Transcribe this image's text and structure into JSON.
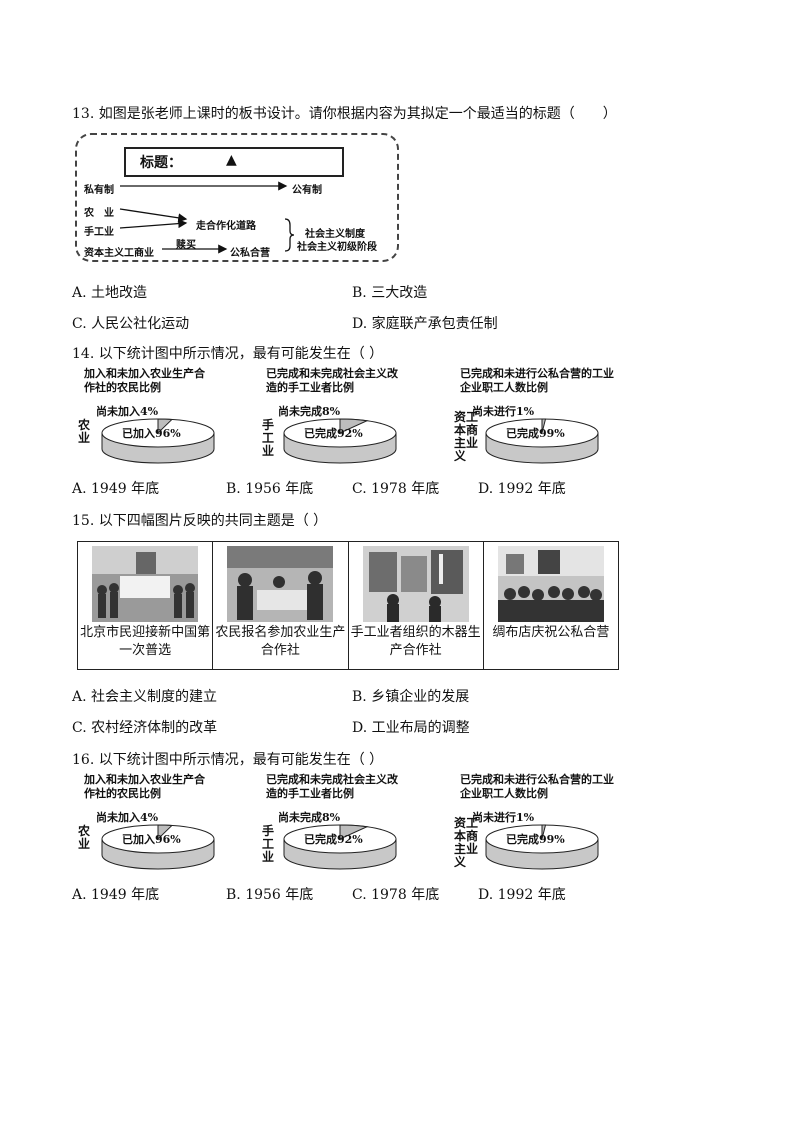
{
  "q13": {
    "stem": "13. 如图是张老师上课时的板书设计。请你根据内容为其拟定一个最适当的标题（　　）",
    "board": {
      "title": "标题：",
      "title_mark": "▲",
      "left_top": "私有制",
      "right_top": "公有制",
      "agri": "农　业",
      "handi": "手工业",
      "capital": "资本主义工商业",
      "coop": "走合作化道路",
      "buyout": "赎买",
      "joint": "公私合营",
      "result1": "社会主义制度",
      "result2": "社会主义初级阶段"
    },
    "options": [
      "A. 土地改造",
      "B. 三大改造",
      "C. 人民公社化运动",
      "D. 家庭联产承包责任制"
    ]
  },
  "q14": {
    "stem": "14. 以下统计图中所示情况，最有可能发生在（ ）",
    "charts": [
      {
        "title": "加入和未加入农业生产合作社的农民比例",
        "side": "农业",
        "small": "尚未加入4%",
        "big": "已加入96%",
        "small_value": 4,
        "big_value": 96
      },
      {
        "title": "已完成和未完成社会主义改造的手工业者比例",
        "side": "手工业",
        "small": "尚未完成8%",
        "big": "已完成92%",
        "small_value": 8,
        "big_value": 92
      },
      {
        "title": "已完成和未进行公私合营的工业企业职工人数比例",
        "side": "资工本商主业义",
        "small": "尚未进行1%",
        "big": "已完成99%",
        "small_value": 1,
        "big_value": 99
      }
    ],
    "options": [
      "A. 1949 年底",
      "B. 1956 年底",
      "C. 1978 年底",
      "D. 1992 年底"
    ]
  },
  "q15": {
    "stem": "15. 以下四幅图片反映的共同主题是（ ）",
    "captions": [
      "北京市民迎接新中国第一次普选",
      "农民报名参加农业生产合作社",
      "手工业者组织的木器生产合作社",
      "绸布店庆祝公私合营"
    ],
    "options": [
      "A. 社会主义制度的建立",
      "B. 乡镇企业的发展",
      "C. 农村经济体制的改革",
      "D. 工业布局的调整"
    ]
  },
  "q16": {
    "stem": "16. 以下统计图中所示情况，最有可能发生在（ ）",
    "charts": [
      {
        "title": "加入和未加入农业生产合作社的农民比例",
        "side": "农业",
        "small": "尚未加入4%",
        "big": "已加入96%",
        "small_value": 4,
        "big_value": 96
      },
      {
        "title": "已完成和未完成社会主义改造的手工业者比例",
        "side": "手工业",
        "small": "尚未完成8%",
        "big": "已完成92%",
        "small_value": 8,
        "big_value": 92
      },
      {
        "title": "已完成和未进行公私合营的工业企业职工人数比例",
        "side": "资工本商主业义",
        "small": "尚未进行1%",
        "big": "已完成99%",
        "small_value": 1,
        "big_value": 99
      }
    ],
    "options": [
      "A. 1949 年底",
      "B. 1956 年底",
      "C. 1978 年底",
      "D. 1992 年底"
    ]
  }
}
